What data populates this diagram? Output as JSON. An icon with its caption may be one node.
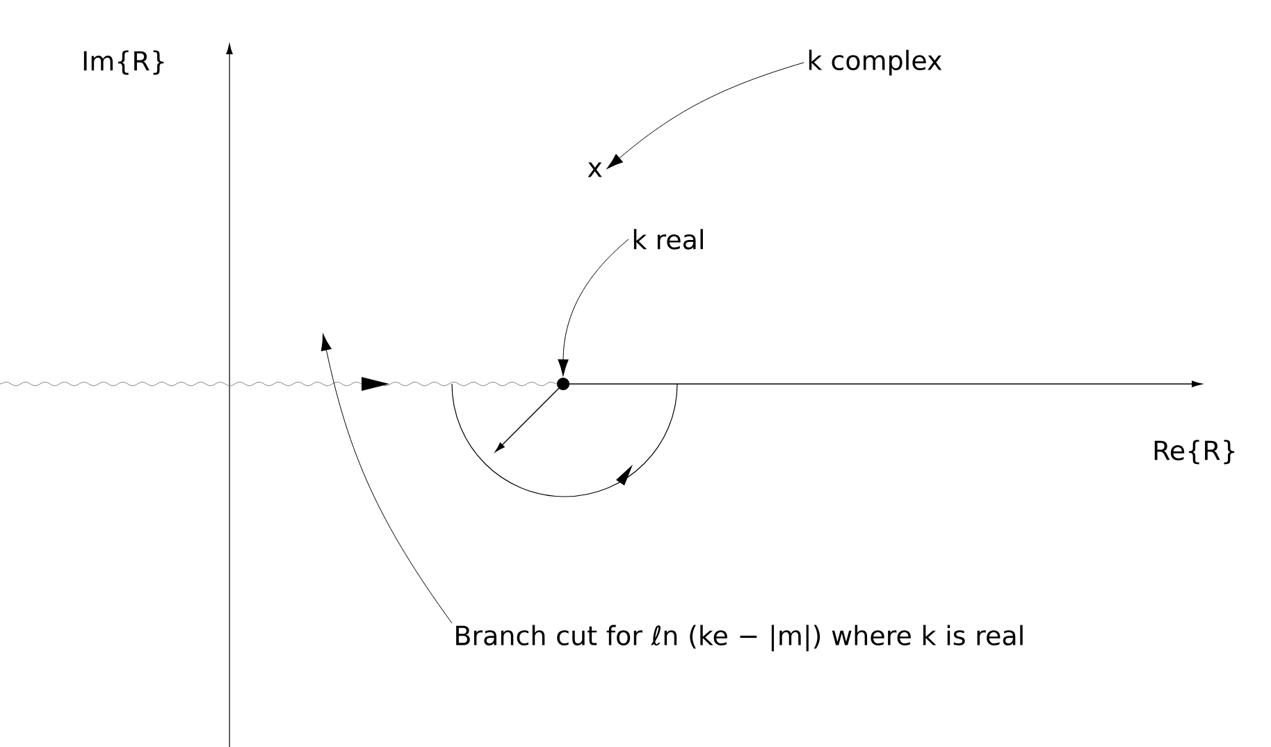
{
  "diagram": {
    "nodes": [
      {
        "text": [
          "k complex"
        ]
      },
      {
        "text": [
          "x"
        ]
      },
      {
        "text": [
          "k real"
        ]
      },
      {
        "text": [],
        "shape": "circle"
      },
      {
        "text": [
          "Branch cut for ℓn (ke − |m|) where k is real"
        ]
      }
    ],
    "edges": [
      {
        "from": 0,
        "to": 1,
        "arrow": "to"
      },
      {
        "from": 2,
        "to": 3,
        "arrow": "to"
      },
      {
        "from": 4,
        "to": null,
        "arrow": "to"
      }
    ],
    "labels": [
      "Im{R}",
      "Re{R}"
    ]
  }
}
